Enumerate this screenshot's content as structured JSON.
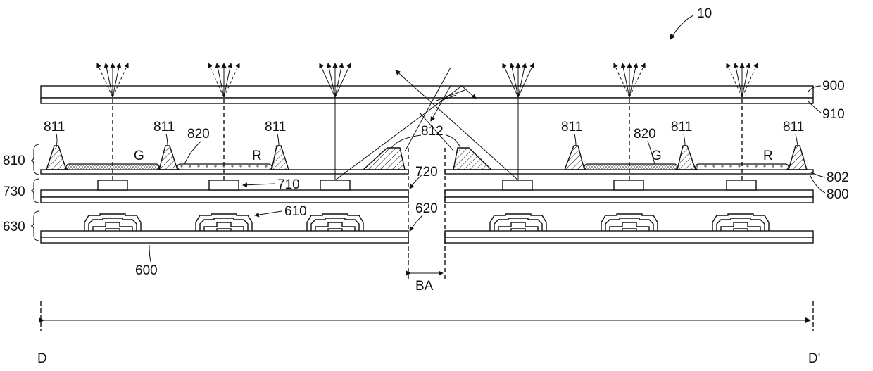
{
  "figure": {
    "ref_main": "10",
    "ref_900": "900",
    "ref_910": "910",
    "ref_810": "810",
    "ref_730": "730",
    "ref_630": "630",
    "ref_802": "802",
    "ref_800": "800",
    "ref_811": "811",
    "ref_812": "812",
    "ref_820": "820",
    "ref_720": "720",
    "ref_710": "710",
    "ref_620": "620",
    "ref_610": "610",
    "ref_600": "600",
    "label_G": "G",
    "label_R": "R",
    "label_BA": "BA",
    "label_D": "D",
    "label_D_prime": "D'"
  }
}
